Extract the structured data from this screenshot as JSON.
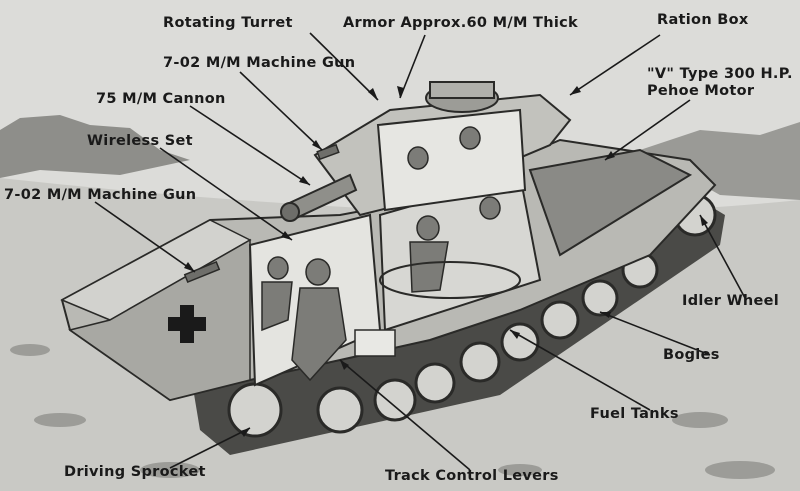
{
  "labels": {
    "rotating_turret": "Rotating Turret",
    "armor": "Armor Approx.60 M/M Thick",
    "ration_box": "Ration Box",
    "mg_turret": "7-02 M/M Machine Gun",
    "cannon": "75 M/M Cannon",
    "v_motor": "\"V\" Type 300 H.P.\nPehoe Motor",
    "wireless": "Wireless Set",
    "mg_hull": "7-02 M/M Machine Gun",
    "idler": "Idler Wheel",
    "bogies": "Bogies",
    "fuel": "Fuel Tanks",
    "sprocket": "Driving Sprocket",
    "levers": "Track Control Levers"
  },
  "colors": {
    "ink": "#1a1a1a",
    "paper": "#d9d9d6",
    "hull": "#b9b9b4",
    "shadow": "#6e6e6a",
    "dark": "#3a3a38"
  }
}
